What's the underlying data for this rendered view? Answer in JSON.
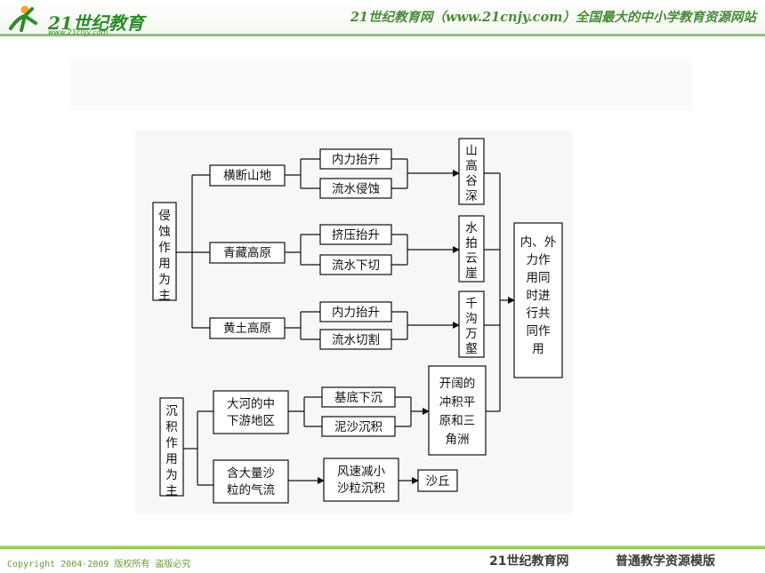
{
  "header": {
    "logo_text": "21世纪教育",
    "logo_sub": "www.21cnjy.com",
    "title": "21世纪教育网（www.21cnjy.com）全国最大的中小学教育资源网站"
  },
  "diagram": {
    "erosion_group": "侵蚀作用为主",
    "deposition_group": "沉积作用为主",
    "regions": {
      "hengduan": "横断山地",
      "qingzang": "青藏高原",
      "huangtu": "黄土高原",
      "dahe_line1": "大河的中",
      "dahe_line2": "下游地区",
      "shamo_line1": "含大量沙",
      "shamo_line2": "粒的气流"
    },
    "processes": {
      "hengduan_up": "内力抬升",
      "hengduan_down": "流水侵蚀",
      "qingzang_up": "挤压抬升",
      "qingzang_down": "流水下切",
      "huangtu_up": "内力抬升",
      "huangtu_down": "流水切割",
      "dahe_up": "基底下沉",
      "dahe_down": "泥沙沉积",
      "wind_line1": "风速减小",
      "wind_line2": "沙粒沉积"
    },
    "landforms": {
      "shangao": "山高谷深",
      "shuipai": "水拍云崖",
      "qiangou": "千沟万壑",
      "kaikuo_line1": "开阔的",
      "kaikuo_line2": "冲积平",
      "kaikuo_line3": "原和三",
      "kaikuo_line4": "角洲",
      "shaqiu": "沙丘"
    },
    "result_line1": "内、外",
    "result_line2": "力作",
    "result_line3": "用同",
    "result_line4": "时进",
    "result_line5": "行共",
    "result_line6": "同作",
    "result_line7": "用"
  },
  "footer": {
    "copyright": "Copyright 2004-2009 版权所有 盗版必究",
    "brand": "21世纪教育网",
    "template": "普通教学资源模版"
  },
  "colors": {
    "accent_green": "#7fbf45",
    "title_green": "#4b8a3a"
  }
}
